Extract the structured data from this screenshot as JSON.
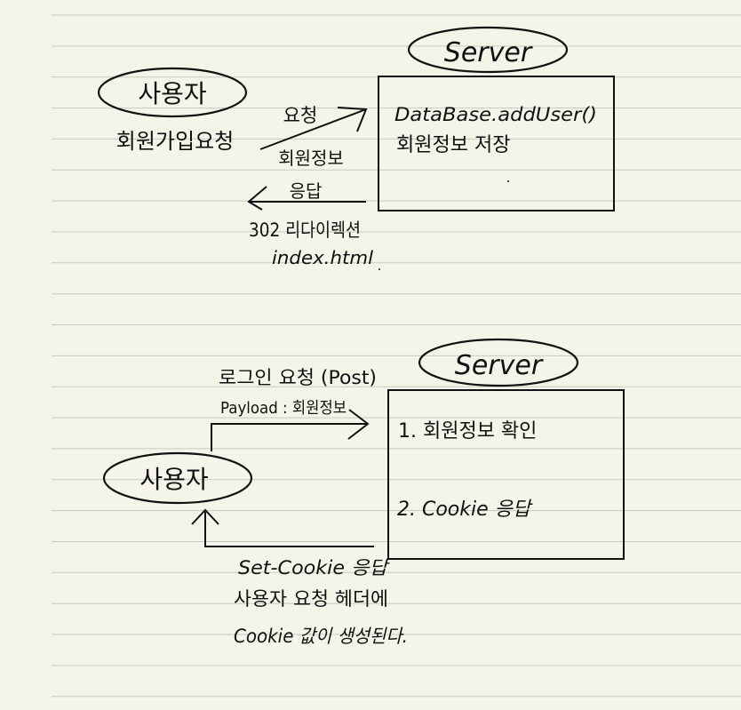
{
  "diagram1": {
    "user": "사용자",
    "user_action": "회원가입요청",
    "server": "Server",
    "request_label": "요청",
    "request_payload": "회원정보",
    "response_label": "응답",
    "response_detail_1": "302 리다이렉션",
    "response_detail_2": "index.html",
    "server_line_1": "DataBase.addUser()",
    "server_line_2": "회원정보 저장"
  },
  "diagram2": {
    "user": "사용자",
    "server": "Server",
    "request_label": "로그인 요청 (Post)",
    "request_payload": "Payload : 회원정보",
    "server_step_1": "1. 회원정보 확인",
    "server_step_2": "2. Cookie 응답",
    "response_line_1": "Set-Cookie 응답",
    "response_line_2": "사용자 요청 헤더에",
    "response_line_3": "Cookie 값이 생성된다."
  },
  "colors": {
    "paper": "#f5f4e8",
    "rule": "#c9c9c3",
    "ink": "#111111"
  }
}
